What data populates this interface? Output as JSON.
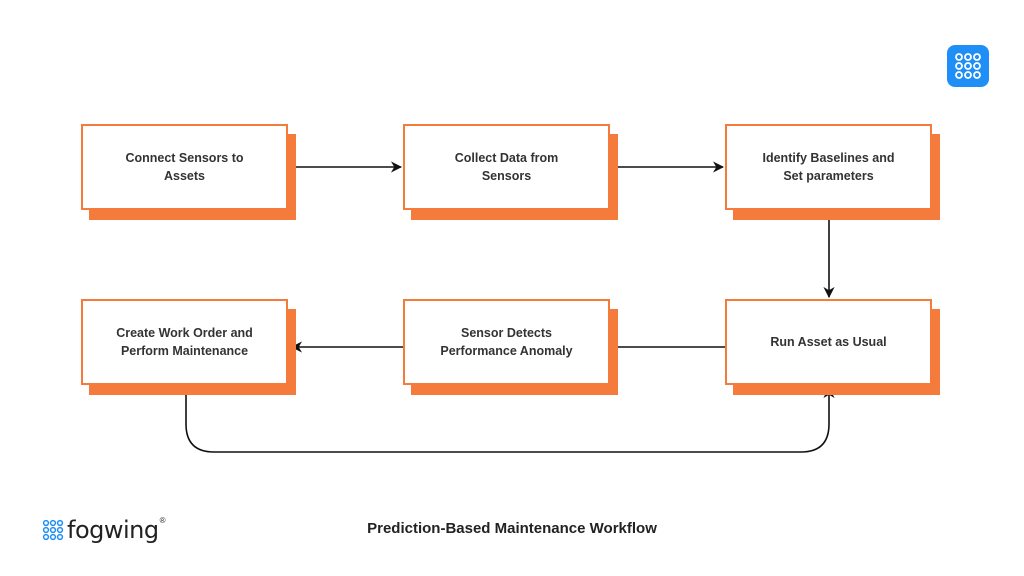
{
  "diagram": {
    "caption": "Prediction-Based Maintenance Workflow",
    "accent_color": "#f47b3b",
    "nodes": [
      {
        "id": "connect-sensors",
        "label": "Connect Sensors to\nAssets"
      },
      {
        "id": "collect-data",
        "label": "Collect Data from\nSensors"
      },
      {
        "id": "identify-baselines",
        "label": "Identify Baselines and\nSet parameters"
      },
      {
        "id": "create-work-order",
        "label": "Create Work Order and\nPerform Maintenance"
      },
      {
        "id": "sensor-detects",
        "label": "Sensor Detects\nPerformance Anomaly"
      },
      {
        "id": "run-asset",
        "label": "Run Asset as Usual"
      }
    ],
    "edges": [
      {
        "from": "connect-sensors",
        "to": "collect-data"
      },
      {
        "from": "collect-data",
        "to": "identify-baselines"
      },
      {
        "from": "identify-baselines",
        "to": "run-asset"
      },
      {
        "from": "run-asset",
        "to": "sensor-detects"
      },
      {
        "from": "sensor-detects",
        "to": "create-work-order"
      },
      {
        "from": "create-work-order",
        "to": "run-asset"
      }
    ]
  },
  "brand": {
    "name": "fogwing",
    "registered_mark": "®",
    "logo_icon": "dot-grid-icon",
    "app_icon": "app-grid-icon",
    "app_icon_color": "#1f8ff7"
  }
}
